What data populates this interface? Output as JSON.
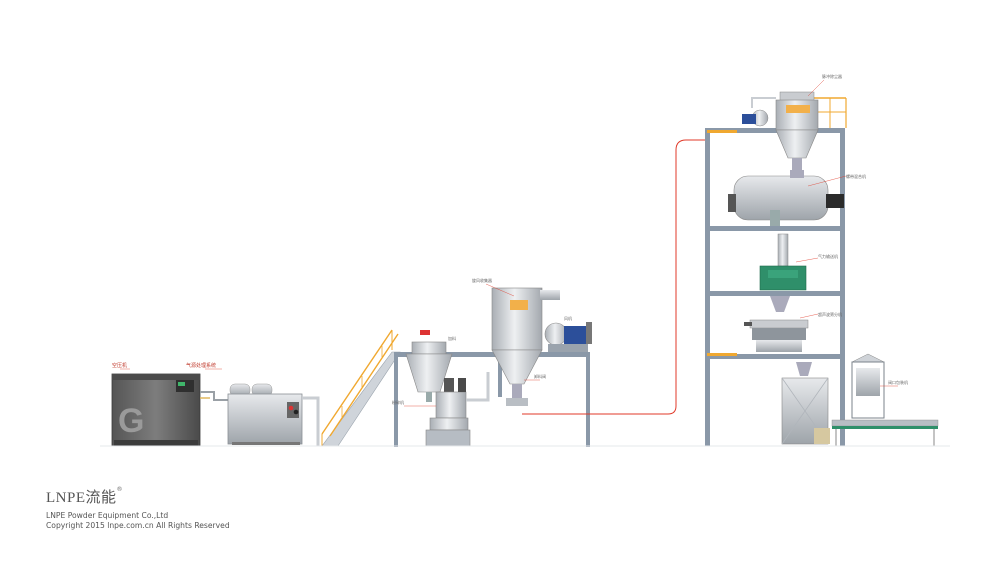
{
  "brand": {
    "logo_text": "LNPE",
    "logo_cn": "流能",
    "logo_mark": "®",
    "company": "LNPE Powder Equipment Co.,Ltd",
    "copyright": "Copyright 2015 lnpe.com.cn All Rights Reserved"
  },
  "compressor": {
    "glyph": "G"
  },
  "labels": {
    "compressor": "空压机",
    "air_dryer": "气源处理系统",
    "feed_hopper": "加料",
    "grinder": "粉碎机",
    "collector_top": "旋风收集器",
    "fan": "风机",
    "cyclone_valve": "卸料阀",
    "pulse_filter": "脉冲除尘器",
    "mixer": "螺带混合机",
    "conveyor": "气力输送机",
    "sieve": "超声波筛分机",
    "packer": "阀口包装机"
  },
  "colors": {
    "pipe_red": "#e03a2a",
    "frame_grey": "#8a98a8",
    "steel": "#c9ccd0",
    "rail_yellow": "#f0a830",
    "motor_blue": "#2c4f9a",
    "mixer_green": "#2f8f6a"
  }
}
